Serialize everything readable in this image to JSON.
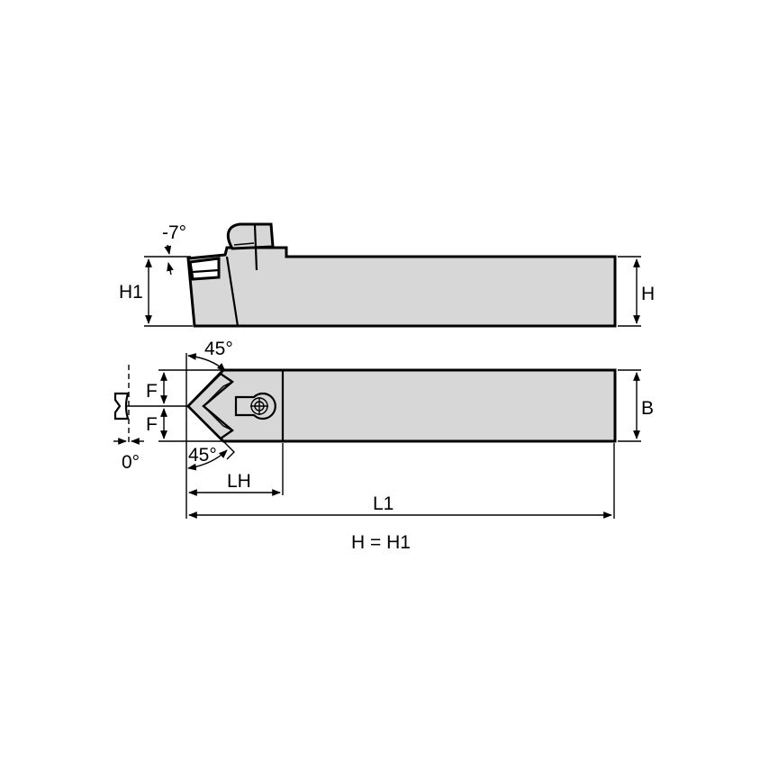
{
  "drawing": {
    "type": "toolholder-technical-drawing",
    "colors": {
      "body_fill": "#d7d7d7",
      "line": "#000000",
      "background": "#ffffff"
    },
    "side_view": {
      "angle_label": "-7°",
      "height_left_label": "H1",
      "height_right_label": "H"
    },
    "top_view": {
      "angle_top_label": "45°",
      "angle_bottom_label": "45°",
      "offset_top_label": "F",
      "offset_bottom_label": "F",
      "insert_angle_label": "0°",
      "width_label": "B",
      "head_length_label": "LH",
      "total_length_label": "L1"
    },
    "note": "H = H1"
  }
}
